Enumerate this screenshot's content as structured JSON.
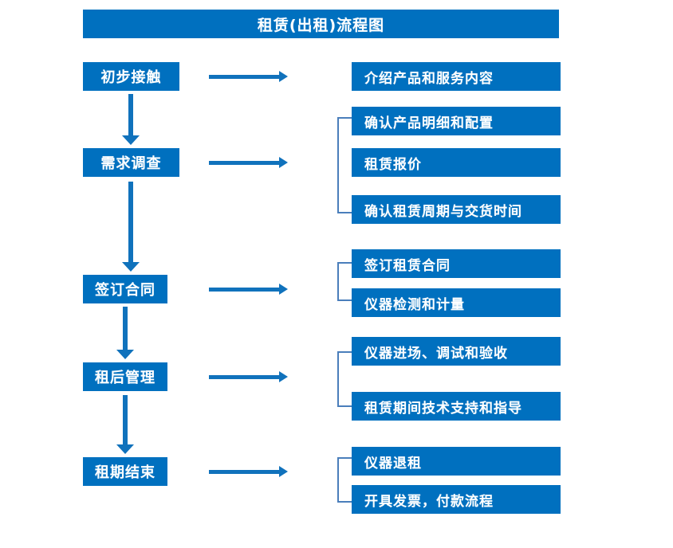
{
  "title": {
    "text": "租赁(出租)流程图"
  },
  "colors": {
    "box_fill": "#0070BF",
    "box_text": "#FFFFFF",
    "arrow": "#1072BC",
    "bracket": "#4A7EBB",
    "background": "#FFFFFF"
  },
  "stages": [
    {
      "id": "stage-1",
      "label": "初步接触"
    },
    {
      "id": "stage-2",
      "label": "需求调查"
    },
    {
      "id": "stage-3",
      "label": "签订合同"
    },
    {
      "id": "stage-4",
      "label": "租后管理"
    },
    {
      "id": "stage-5",
      "label": "租期结束"
    }
  ],
  "details": [
    {
      "id": "detail-1",
      "label": "介绍产品和服务内容"
    },
    {
      "id": "detail-2",
      "label": "确认产品明细和配置"
    },
    {
      "id": "detail-3",
      "label": "租赁报价"
    },
    {
      "id": "detail-4",
      "label": "确认租赁周期与交货时间"
    },
    {
      "id": "detail-5",
      "label": "签订租赁合同"
    },
    {
      "id": "detail-6",
      "label": "仪器检测和计量"
    },
    {
      "id": "detail-7",
      "label": "仪器进场、调试和验收"
    },
    {
      "id": "detail-8",
      "label": "租赁期间技术支持和指导"
    },
    {
      "id": "detail-9",
      "label": "仪器退租"
    },
    {
      "id": "detail-10",
      "label": "开具发票，付款流程"
    }
  ],
  "groups": [
    {
      "id": "group-1",
      "stage": "需求调查",
      "members": [
        "确认产品明细和配置",
        "租赁报价",
        "确认租赁周期与交货时间"
      ]
    },
    {
      "id": "group-2",
      "stage": "签订合同",
      "members": [
        "签订租赁合同",
        "仪器检测和计量"
      ]
    },
    {
      "id": "group-3",
      "stage": "租后管理",
      "members": [
        "仪器进场、调试和验收",
        "租赁期间技术支持和指导"
      ]
    },
    {
      "id": "group-4",
      "stage": "租期结束",
      "members": [
        "仪器退租",
        "开具发票，付款流程"
      ]
    }
  ],
  "connectors": {
    "vertical_flow": [
      "初步接触→需求调查",
      "需求调查→签订合同",
      "签订合同→租后管理",
      "租后管理→租期结束"
    ],
    "horizontal_links": [
      "初步接触→介绍产品和服务内容",
      "需求调查→需求明细组",
      "签订合同→合同组",
      "租后管理→租后组",
      "租期结束→结束组"
    ]
  }
}
